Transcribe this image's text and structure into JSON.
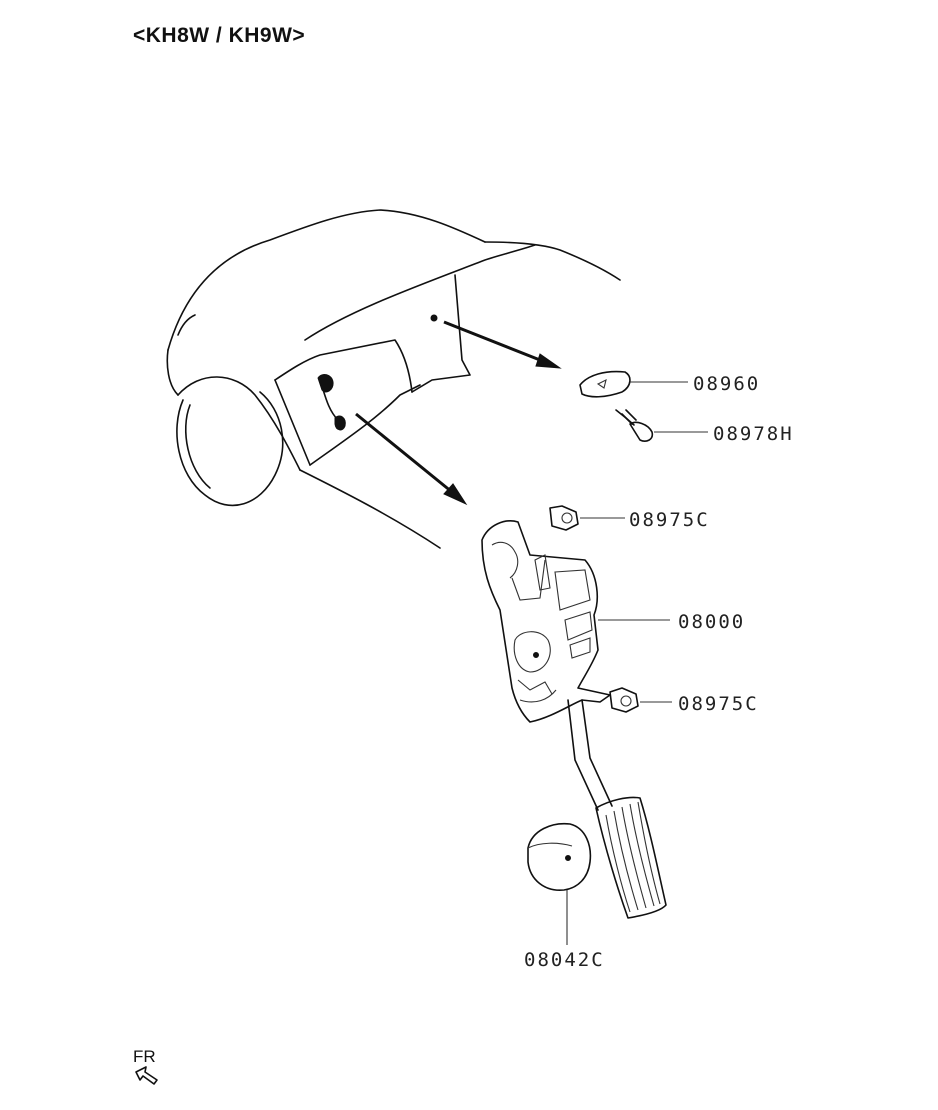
{
  "header": {
    "title": "<KH8W / KH9W>"
  },
  "parts": [
    {
      "id": "bracket-clip",
      "code": "08960"
    },
    {
      "id": "stop-switch",
      "code": "08978H"
    },
    {
      "id": "nut-upper",
      "code": "08975C"
    },
    {
      "id": "pedal-assy",
      "code": "08000"
    },
    {
      "id": "nut-lower",
      "code": "08975C"
    },
    {
      "id": "pedal-stopper",
      "code": "08042C"
    }
  ],
  "orientation": {
    "label": "FR"
  },
  "colors": {
    "line": "#111111",
    "background": "#ffffff"
  }
}
